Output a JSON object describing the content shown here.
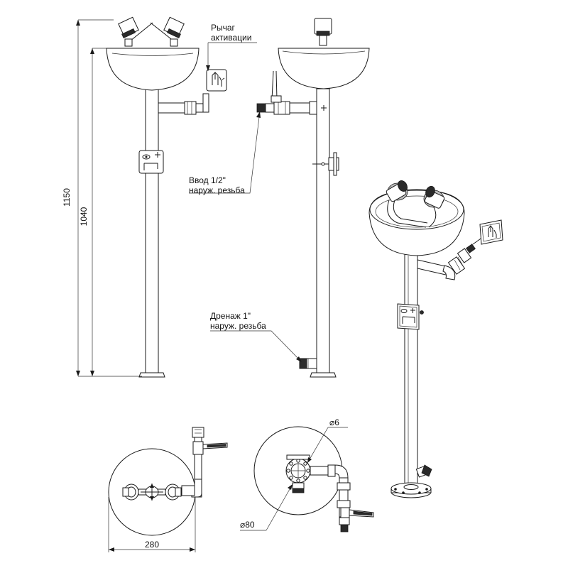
{
  "labels": {
    "activation_lever_line1": "Рычаг",
    "activation_lever_line2": "активации",
    "inlet_line1": "Ввод 1/2\"",
    "inlet_line2": "наруж. резьба",
    "drain_line1": "Дренаж 1\"",
    "drain_line2": "наруж. резьба"
  },
  "dimensions": {
    "total_height": "1150",
    "bowl_height": "1040",
    "bowl_width": "280",
    "base_diameter": "⌀80",
    "hole_diameter": "⌀6"
  },
  "colors": {
    "line": "#1a1a1a",
    "background": "#ffffff"
  }
}
